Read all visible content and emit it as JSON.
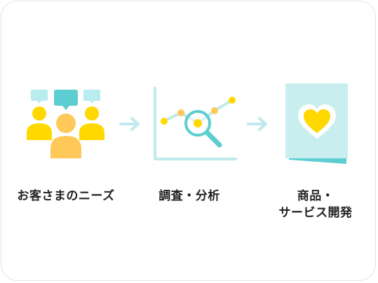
{
  "steps": [
    {
      "label": "お客さまのニーズ",
      "icon": "customers-needs-icon"
    },
    {
      "label": "調査・分析",
      "icon": "analysis-chart-icon"
    },
    {
      "label_line1": "商品・",
      "label_line2": "サービス開発",
      "icon": "heart-document-icon"
    }
  ],
  "colors": {
    "yellow": "#ffd800",
    "orange": "#ffc95a",
    "teal": "#5ccdd0",
    "light_teal": "#c8eef0",
    "arrow": "#bfe9ea",
    "text": "#222222",
    "border": "#e3e3e3"
  }
}
